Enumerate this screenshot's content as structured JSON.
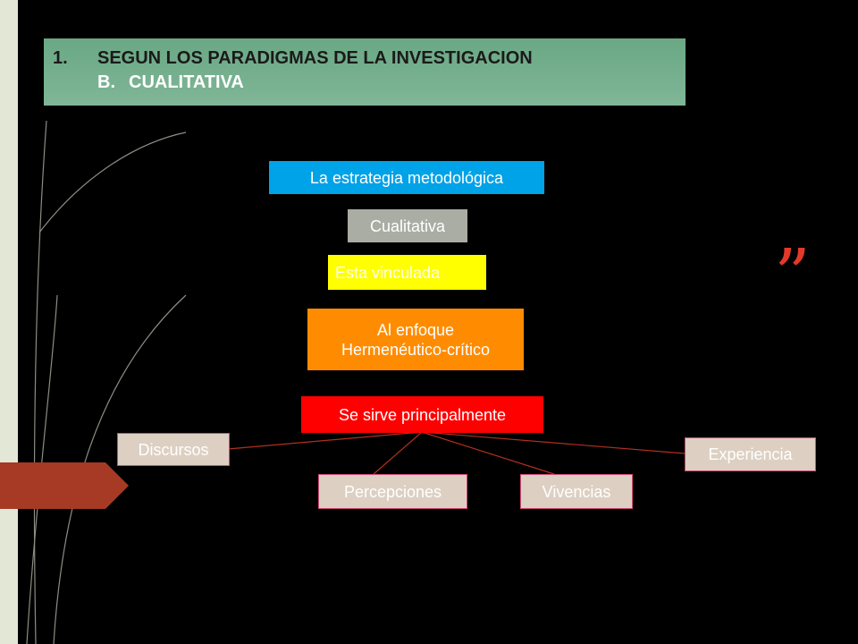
{
  "title": {
    "line1_number": "1.",
    "line1_text": "SEGUN LOS PARADIGMAS DE LA INVESTIGACION",
    "line2_number": "B.",
    "line2_text": "CUALITATIVA"
  },
  "nodes": {
    "strategy": "La estrategia metodológica",
    "qualitative": "Cualitativa",
    "linked": "Esta vinculada",
    "approach_line1": "Al enfoque",
    "approach_line2": "Hermenéutico-crítico",
    "serves": "Se sirve principalmente",
    "discourses": "Discursos",
    "perceptions": "Percepciones",
    "experiences_lived": "Vivencias",
    "experience": "Experiencia"
  },
  "quote_mark": "”",
  "colors": {
    "background": "#000000",
    "title_bar": "#74b08f",
    "strategy": "#00a2e8",
    "qualitative": "#a9ada4",
    "linked": "#ffff00",
    "approach": "#ff8c00",
    "serves": "#ff0000",
    "leaf": "#ddd0c2",
    "accent": "#a63a24"
  }
}
